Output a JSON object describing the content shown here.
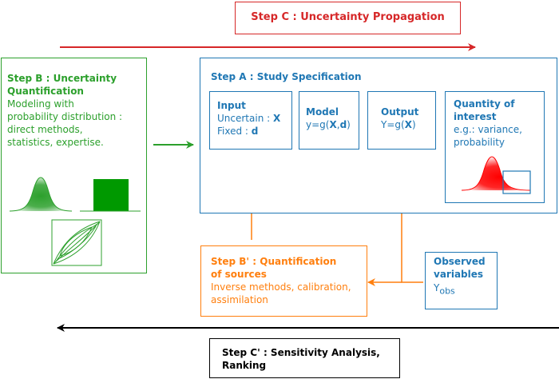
{
  "colors": {
    "red": "#d62728",
    "green": "#2ca02c",
    "blue": "#1f77b4",
    "orange": "#ff7f0e",
    "black": "#000000"
  },
  "step_c": {
    "title": "Step C : Uncertainty Propagation"
  },
  "step_b": {
    "title_line1": "Step B : Uncertainty",
    "title_line2": "Quantification",
    "desc_line1": "Modeling with",
    "desc_line2": "probability distribution :",
    "desc_line3": "direct methods,",
    "desc_line4": "statistics, expertise."
  },
  "step_a": {
    "title": "Step A : Study Specification",
    "input": {
      "title": "Input",
      "uncertain_label": "Uncertain : ",
      "uncertain_var": "X",
      "fixed_label": "Fixed : ",
      "fixed_var": "d"
    },
    "model": {
      "title": "Model",
      "eq_prefix": "y=g(",
      "eq_x": "X",
      "eq_sep": ",",
      "eq_d": "d",
      "eq_suffix": ")"
    },
    "output": {
      "title": "Output",
      "eq_prefix": "Y=g(",
      "eq_x": "X",
      "eq_suffix": ")"
    },
    "qoi": {
      "title_line1": "Quantity of",
      "title_line2": "interest",
      "desc_line1": "e.g.: variance,",
      "desc_line2": "probability"
    }
  },
  "step_b_prime": {
    "title_line1": "Step B' : Quantification",
    "title_line2": "of sources",
    "desc_line1": "Inverse methods, calibration,",
    "desc_line2": "assimilation"
  },
  "observed": {
    "title_line1": "Observed",
    "title_line2": "variables",
    "symbol": "Y",
    "subscript": "obs"
  },
  "step_c_prime": {
    "title_line1": "Step C' : Sensitivity Analysis,",
    "title_line2": "Ranking"
  }
}
